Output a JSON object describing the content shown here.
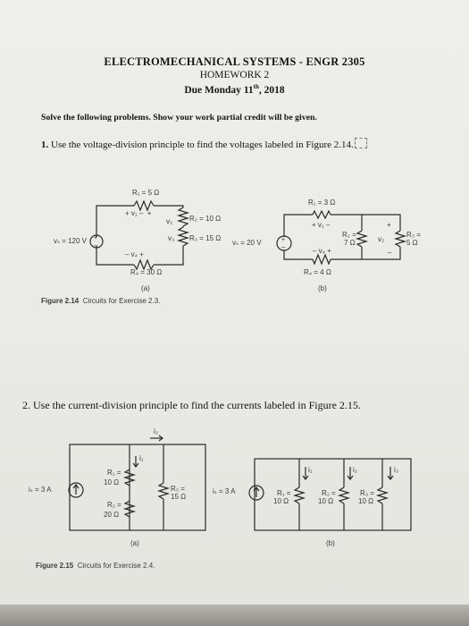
{
  "header": {
    "title": "ELECTROMECHANICAL SYSTEMS - ENGR 2305",
    "subtitle": "HOMEWORK 2",
    "due": "Due Monday 11",
    "due_sup": "th",
    "due_year": ", 2018"
  },
  "instructions": "Solve the following problems. Show your work partial credit will be given.",
  "q1": {
    "number": "1.",
    "text": "Use the voltage-division principle to find the voltages labeled in Figure 2.14."
  },
  "q2": {
    "number": "2.",
    "text": "Use the current-division principle to find the currents labeled in Figure 2.15."
  },
  "fig14": {
    "caption_num": "Figure 2.14",
    "caption_text": "Circuits for Exercise 2.3.",
    "a": {
      "sub": "(a)",
      "source": "vₛ = 120 V",
      "r1": "R₁ = 5 Ω",
      "r2": "R₂ = 10 Ω",
      "r3": "R₃ = 15 Ω",
      "r4": "R₄ = 30 Ω",
      "v1": "v₁",
      "v2": "v₂",
      "v3": "v₃",
      "v4": "v₄"
    },
    "b": {
      "sub": "(b)",
      "source": "vₛ = 20 V",
      "r1": "R₁ = 3 Ω",
      "r2a": "R₂ =",
      "r2b": "7 Ω",
      "r3a": "R₃ =",
      "r3b": "5 Ω",
      "r4": "R₄ = 4 Ω",
      "v1": "v₁",
      "v2": "v₂",
      "v4": "v₄"
    }
  },
  "fig15": {
    "caption_num": "Figure 2.15",
    "caption_text": "Circuits for Exercise 2.4.",
    "a": {
      "sub": "(a)",
      "source": "iₛ = 3 A",
      "r1a": "R₁ =",
      "r1b": "10 Ω",
      "r2a": "R₂ =",
      "r2b": "20 Ω",
      "r3a": "R₃ =",
      "r3b": "15 Ω",
      "i1": "i₁",
      "i3": "i₃"
    },
    "b": {
      "sub": "(b)",
      "source": "iₛ = 3 A",
      "r1a": "R₁ =",
      "r1b": "10 Ω",
      "r2a": "R₂ =",
      "r2b": "10 Ω",
      "r3a": "R₃ =",
      "r3b": "10 Ω",
      "i1": "i₁",
      "i2": "i₂",
      "i3": "i₃"
    }
  }
}
